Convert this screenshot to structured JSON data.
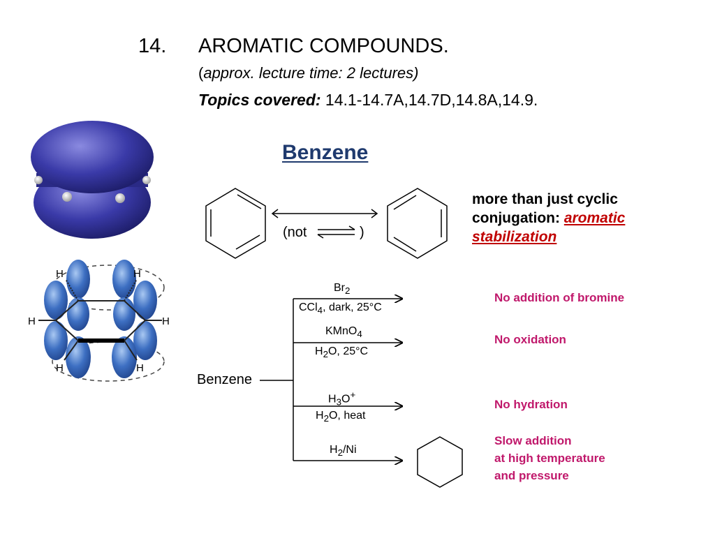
{
  "header": {
    "number": "14.",
    "title": "AROMATIC COMPOUNDS.",
    "subtitle_paren_open": "(",
    "subtitle_text": "approx. lecture time:  2  lectures)",
    "topics_label": "Topics covered:",
    "topics_value": " 14.1-14.7A,14.7D,14.8A,14.9."
  },
  "benzene_heading": "Benzene",
  "resonance": {
    "not_label": "(not",
    "close_paren": ")"
  },
  "note": {
    "line1": "more than just cyclic",
    "line2_prefix": "conjugation: ",
    "line2_red": "aromatic",
    "line3_red": "stabilization"
  },
  "orbital_labels": {
    "h": "H"
  },
  "reactions": {
    "start_label": "Benzene",
    "r1": {
      "top_main": "Br",
      "top_sub": "2",
      "bottom_a": "CCl",
      "bottom_sub": "4",
      "bottom_b": ", dark, 25°C",
      "outcome": "No addition of bromine"
    },
    "r2": {
      "top_main": "KMnO",
      "top_sub": "4",
      "bottom_a": "H",
      "bottom_sub": "2",
      "bottom_b": "O, 25°C",
      "outcome": "No oxidation"
    },
    "r3": {
      "top_main": "H",
      "top_sub": "3",
      "top_after": "O",
      "top_sup": "+",
      "bottom_a": "H",
      "bottom_sub": "2",
      "bottom_b": "O, heat",
      "outcome": "No hydration"
    },
    "r4": {
      "top_main": "H",
      "top_sub": "2",
      "top_after": "/Ni",
      "outcome_lines": [
        "Slow addition",
        "at high temperature",
        "and pressure"
      ]
    }
  },
  "colors": {
    "heading_blue": "#1f3a6e",
    "accent_red": "#c00000",
    "outcome_magenta": "#c0186b",
    "orbital_blue": "#3d6fc2",
    "pi_cloud": "#3a3aa8"
  }
}
